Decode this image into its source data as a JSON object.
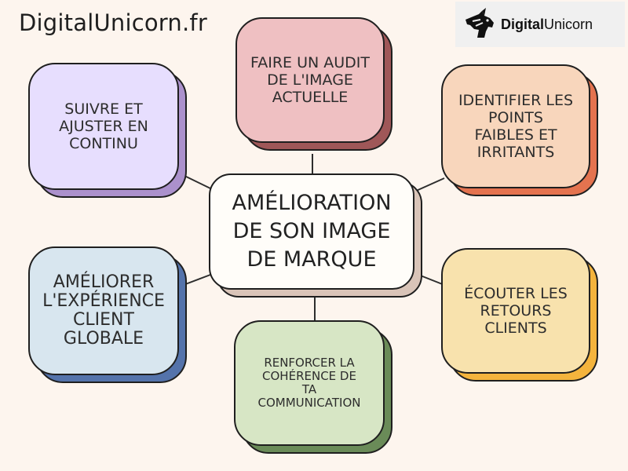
{
  "site_title": "DigitalUnicorn.fr",
  "logo": {
    "bold_text": "Digital",
    "regular_text": "Unicorn"
  },
  "diagram": {
    "center": "AMÉLIORATION\nDE  SON IMAGE\nDE MARQUE",
    "nodes": [
      {
        "id": "audit",
        "label": "FAIRE UN AUDIT\nDE L'IMAGE\nACTUELLE",
        "fill": "#efc0c2",
        "shadow": "#9f5758"
      },
      {
        "id": "weak-points",
        "label": "IDENTIFIER LES\nPOINTS\nFAIBLES ET\nIRRITANTS",
        "fill": "#f8d6bc",
        "shadow": "#e4734f"
      },
      {
        "id": "feedback",
        "label": "ÉCOUTER LES\nRETOURS\nCLIENTS",
        "fill": "#f8e2ad",
        "shadow": "#f4b43d"
      },
      {
        "id": "communication",
        "label": "RENFORCER LA\nCOHÉRENCE DE\nTA\nCOMMUNICATION",
        "fill": "#d7e6c5",
        "shadow": "#6a8b58"
      },
      {
        "id": "customer-experience",
        "label": "AMÉLIORER\nL'EXPÉRIENCE\nCLIENT\nGLOBALE",
        "fill": "#d8e6ef",
        "shadow": "#5473ab"
      },
      {
        "id": "monitor",
        "label": "SUIVRE ET\nAJUSTER EN\nCONTINU",
        "fill": "#e7defe",
        "shadow": "#ab91cc"
      }
    ],
    "center_fill": "#fffdf9",
    "center_shadow": "#d9c4b8"
  }
}
